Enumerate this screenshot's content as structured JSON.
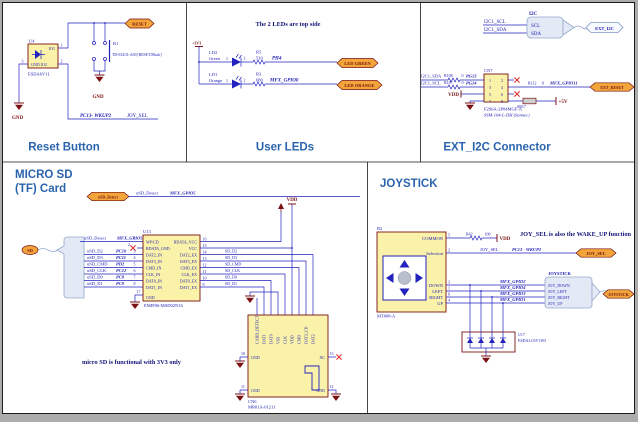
{
  "colors": {
    "flag_orange": "#F1A53A",
    "component_yellow": "#FAF2A8",
    "wire_blue": "#2222BE",
    "symbol_maroon": "#7B1113",
    "bus_blue": "#E3EAF6",
    "title_blue": "#2B64AE"
  },
  "reset": {
    "title": "Reset Button",
    "u4_ref": "U4",
    "u4_part": "ESDA6V1L",
    "u4_io1": "IO1",
    "u4_io2": "GND IO2",
    "u4_p1": "1",
    "u4_p2": "2",
    "u4_p3": "3",
    "b1_ref": "B1",
    "b1_part": "TD-0341X-A00 [RESET/Black]",
    "flag": "RESET",
    "net_port": "PC13- WKUP2",
    "net": "JOY_SEL",
    "gnd": "GND",
    "gnd2": "GND"
  },
  "leds": {
    "title": "User LEDs",
    "note": "The 2 LEDs are top side",
    "pwr": "+3V3",
    "rows": [
      {
        "ref": "LD2",
        "color": "Green",
        "p1": "1",
        "p2": "2",
        "rref": "R5",
        "rval": "510",
        "port": "PH4",
        "flag": "LED GREEN"
      },
      {
        "ref": "LD1",
        "color": "Orange",
        "p1": "1",
        "p2": "2",
        "rref": "R3",
        "rval": "680",
        "port": "MFX_GPIO0",
        "flag": "LED ORANGE"
      }
    ]
  },
  "i2c": {
    "title": "EXT_I2C Connector",
    "bus_name": "I2C",
    "scl": "SCL",
    "sda": "SDA",
    "net_scl": "I2C1_SCL",
    "net_sda": "I2C1_SDA",
    "flag_bus": "EXT_I2C",
    "cn7": {
      "ref": "CN7",
      "part": "F2S6A-2P04MGF-A",
      "part2": "SSM-104-L-DH (Samtec)",
      "pins_l": [
        "1",
        "3",
        "5",
        "7"
      ],
      "pins_r": [
        "2",
        "4",
        "6",
        "8"
      ]
    },
    "row_sda": {
      "net": "I2C1_SDA",
      "r": "R108",
      "v": "0",
      "port": "PG13"
    },
    "row_scl": {
      "net": "I2C1_SCL",
      "r": "R107",
      "v": "0",
      "port": "PG14"
    },
    "vdd": "VDD",
    "row_reset": {
      "r": "R112",
      "v": "0",
      "port": "MFX_GPIO11",
      "flag": "EXT_RESET"
    },
    "sb": "SB17",
    "p5v": "+5V"
  },
  "sd": {
    "title1": "MICRO SD",
    "title2": "(TF) Card",
    "det_flag": "uSD_Detect",
    "det_net": "uSD_Detect",
    "det_port": "MFX_GPIO5",
    "bus_tag": "SD",
    "u13": {
      "ref": "U13",
      "part": "EMIF06-MSD02N16",
      "left": [
        {
          "net": "uSD_Detect",
          "port": "MFX_GPIO5",
          "pin": "1"
        },
        {
          "net": "",
          "port": "",
          "pin": "2"
        },
        {
          "net": "uSD_D2",
          "port": "PC10",
          "pin": "3"
        },
        {
          "net": "uSD_D3",
          "port": "PC11",
          "pin": "4"
        },
        {
          "net": "uSD_CMD",
          "port": "PD2",
          "pin": "5"
        },
        {
          "net": "uSD_CLK",
          "port": "PC12",
          "pin": "6"
        },
        {
          "net": "uSD_D0",
          "port": "PC8",
          "pin": "7"
        },
        {
          "net": "uSD_D1",
          "port": "PC9",
          "pin": "8"
        }
      ],
      "rows": [
        {
          "l": "WP/CD",
          "r": "RDATA_VCC",
          "pin": "16"
        },
        {
          "l": "RDATA_GND",
          "r": "VCC",
          "pin": "15"
        },
        {
          "l": "DAT2_IN",
          "r": "DAT2_EX",
          "pin": "14"
        },
        {
          "l": "DAT3_IN",
          "r": "DAT3_EX",
          "pin": "13"
        },
        {
          "l": "CMD_IN",
          "r": "CMD_EX",
          "pin": "12"
        },
        {
          "l": "CLK_IN",
          "r": "CLK_EX",
          "pin": "11"
        },
        {
          "l": "DAT0_IN",
          "r": "DAT0_EX",
          "pin": "10"
        },
        {
          "l": "DAT1_IN",
          "r": "DAT1_EX",
          "pin": "9"
        }
      ],
      "gnd_pin": "17",
      "gnd": "GND"
    },
    "right_nets": [
      "SD_D2",
      "SD_D3",
      "SD_CMD",
      "SD_CLK",
      "SD_D0",
      "SD_D1"
    ],
    "vdd": "VDD",
    "cn6": {
      "ref": "CN6",
      "part": "MR01A-01211",
      "top": [
        "CARD_DETECT",
        "DAT1",
        "DAT0",
        "VSS",
        "CLK",
        "VDD",
        "CMD",
        "DAT3_CD",
        "DAT2"
      ],
      "l1": {
        "name": "GND",
        "pin": "10"
      },
      "l2": {
        "name": "GND",
        "pin": "11"
      },
      "r1": {
        "name": "NC",
        "pin": "13"
      },
      "r2": {
        "name": "GND",
        "pin": "12"
      }
    },
    "note": "micro SD is functional with 3V3 only"
  },
  "joy": {
    "title": "JOYSTICK",
    "b2_ref": "B2",
    "b2_part": "MT008-A",
    "pins": {
      "common": {
        "l": "COMMON",
        "n": "5"
      },
      "sel": {
        "l": "Selection",
        "n": "2"
      },
      "down": {
        "l": "DOWN",
        "n": "3"
      },
      "left": {
        "l": "LEFT",
        "n": "1"
      },
      "right": {
        "l": "RIGHT",
        "n": "6"
      },
      "up": {
        "l": "UP",
        "n": "4"
      }
    },
    "r42_ref": "R42",
    "r42_val": "100",
    "vdd": "VDD",
    "sel_net": "JOY_SEL",
    "sel_port": "PC13 - WKUP2",
    "sel_flag": "JOY_SEL",
    "note": "JOY_SEL is also the WAKE_UP function",
    "rows": [
      {
        "port": "MFX_GPIO2",
        "net": "JOY_DOWN"
      },
      {
        "port": "MFX_GPIO4",
        "net": "JOY_LEFT"
      },
      {
        "port": "MFX_GPIO3",
        "net": "JOY_RIGHT"
      },
      {
        "port": "MFX_GPIO1",
        "net": "JOY_UP"
      }
    ],
    "bundle": "JOYSTICK",
    "flag": "JOYSTICK",
    "u17_ref": "U17",
    "u17_part": "ESDALC6V1W5"
  }
}
